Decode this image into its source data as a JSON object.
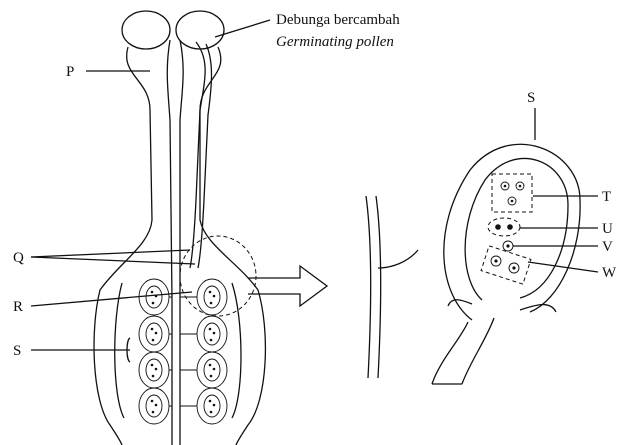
{
  "labels": {
    "p": "P",
    "q": "Q",
    "r": "R",
    "s_left": "S",
    "s_right": "S",
    "t": "T",
    "u": "U",
    "v": "V",
    "w": "W"
  },
  "pollen_caption": {
    "malay": "Debunga bercambah",
    "english": "Germinating pollen"
  }
}
